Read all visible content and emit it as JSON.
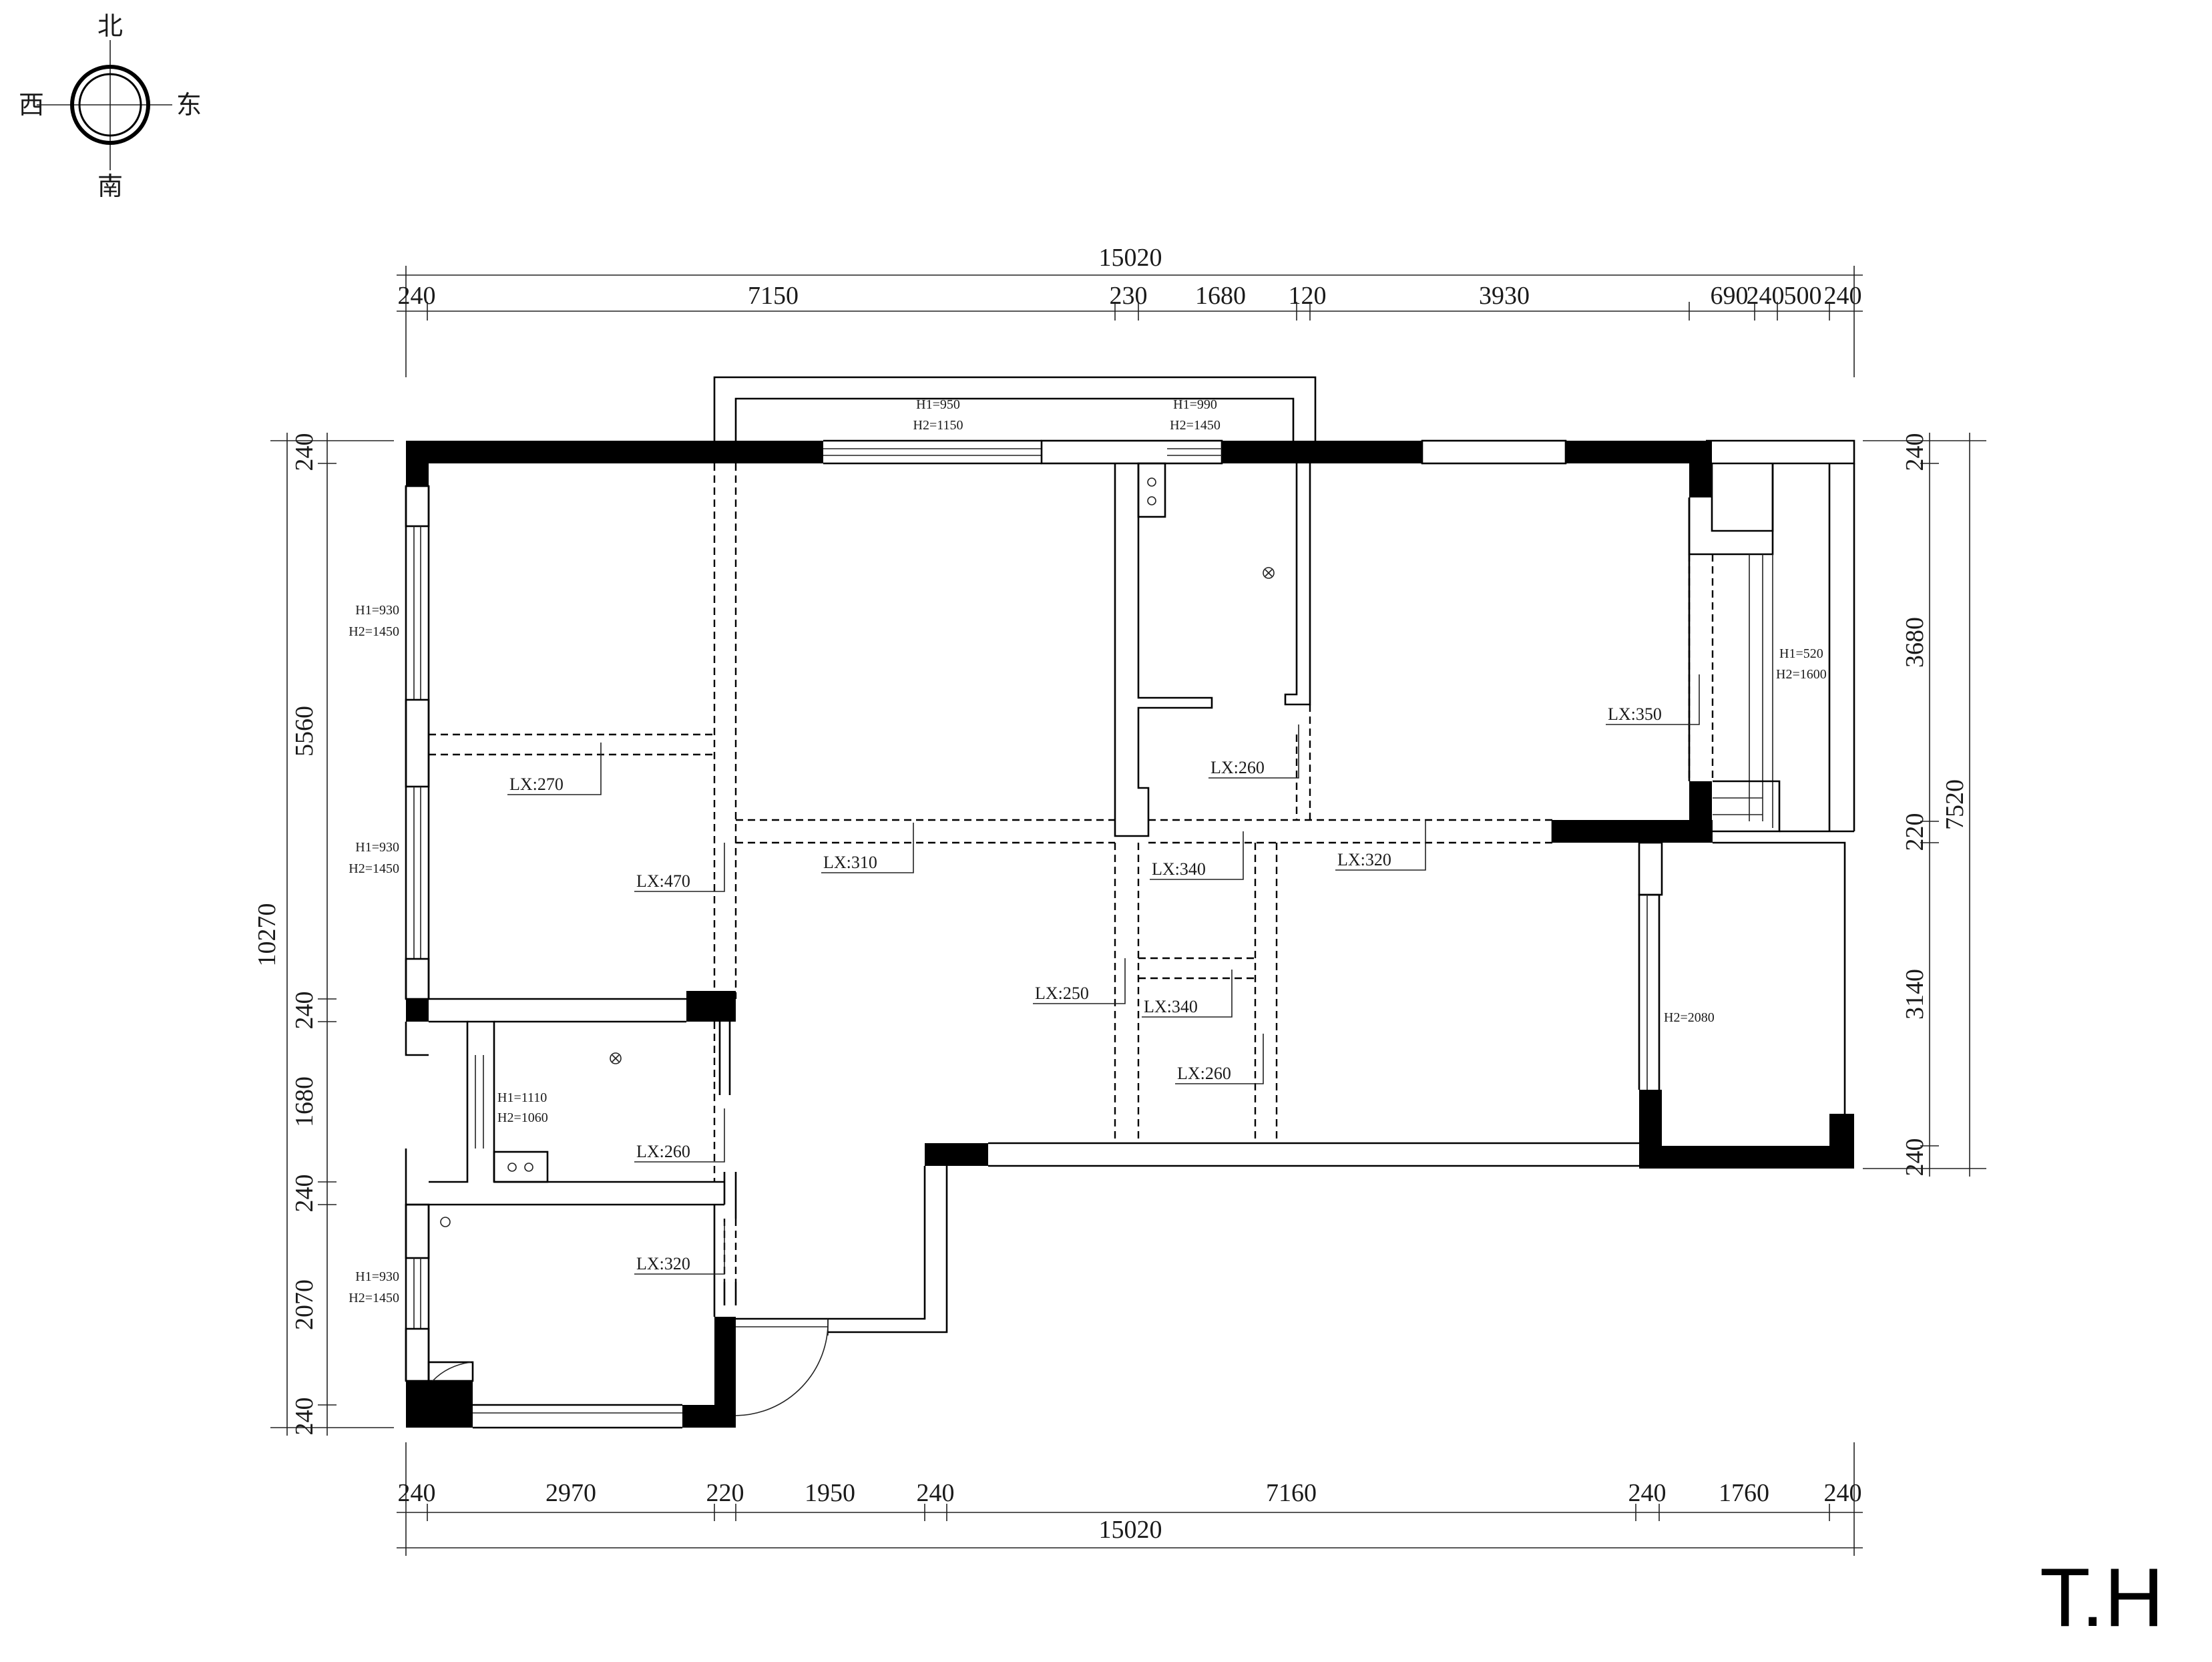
{
  "compass": {
    "north": "北",
    "south": "南",
    "west": "西",
    "east": "东"
  },
  "brand": "T.H",
  "dimensions": {
    "top_total": "15020",
    "top": [
      "240",
      "7150",
      "230",
      "1680",
      "120",
      "3930",
      "690",
      "240",
      "500",
      "240"
    ],
    "bottom": [
      "240",
      "2970",
      "220",
      "1950",
      "240",
      "7160",
      "240",
      "1760",
      "240"
    ],
    "bottom_total": "15020",
    "left": [
      "240",
      "5560",
      "240",
      "1680",
      "240",
      "2070",
      "240"
    ],
    "left_total": "10270",
    "right": [
      "240",
      "3680",
      "220",
      "3140",
      "240"
    ],
    "right_total": "7520"
  },
  "windows": [
    {
      "h1": "H1=950",
      "h2": "H2=1150"
    },
    {
      "h1": "H1=990",
      "h2": "H2=1450"
    },
    {
      "h1": "H1=930",
      "h2": "H2=1450"
    },
    {
      "h1": "H1=930",
      "h2": "H2=1450"
    },
    {
      "h1": "H1=1110",
      "h2": "H2=1060"
    },
    {
      "h1": "H1=930",
      "h2": "H2=1450"
    },
    {
      "h1": "H1=520",
      "h2": "H2=1600"
    }
  ],
  "door_height": "H2=2080",
  "beams": [
    "LX:270",
    "LX:470",
    "LX:310",
    "LX:260",
    "LX:350",
    "LX:340",
    "LX:320",
    "LX:250",
    "LX:340",
    "LX:260",
    "LX:260",
    "LX:320"
  ]
}
